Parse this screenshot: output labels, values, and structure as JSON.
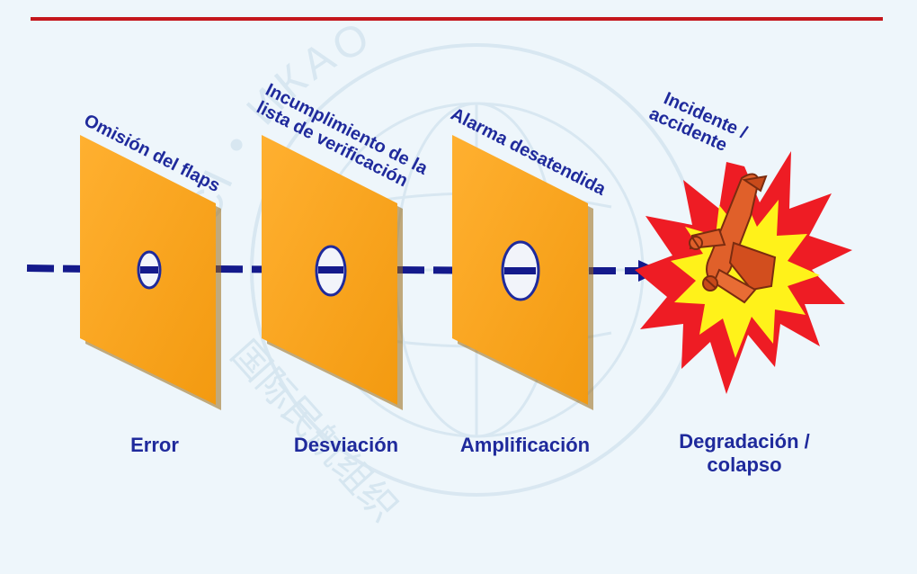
{
  "slide": {
    "colors": {
      "rule": "#c4161c",
      "text": "#1f2a9c",
      "arrow": "#141a8c",
      "plate": "#f7a21b",
      "burst_outer": "#ee1c24",
      "burst_inner": "#fff21a",
      "watermark": "#d6e6f0"
    },
    "barriers": [
      {
        "tilted_label": [
          "Omisión del flaps"
        ],
        "stage": "Error"
      },
      {
        "tilted_label": [
          "Incumplimiento de la",
          "lista de verificación"
        ],
        "stage": "Desviación"
      },
      {
        "tilted_label": [
          "Alarma desatendida"
        ],
        "stage": "Amplificación"
      }
    ],
    "outcome": {
      "tilted_label": [
        "Incidente /",
        "accidente"
      ],
      "stage_line1": "Degradación /",
      "stage_line2": "colapso",
      "icon": "crashing-airplane-icon"
    },
    "watermark": {
      "ring_text": "OACI • ИКАО",
      "side_text": "国际民航组织",
      "icon": "icao-emblem-icon"
    }
  }
}
